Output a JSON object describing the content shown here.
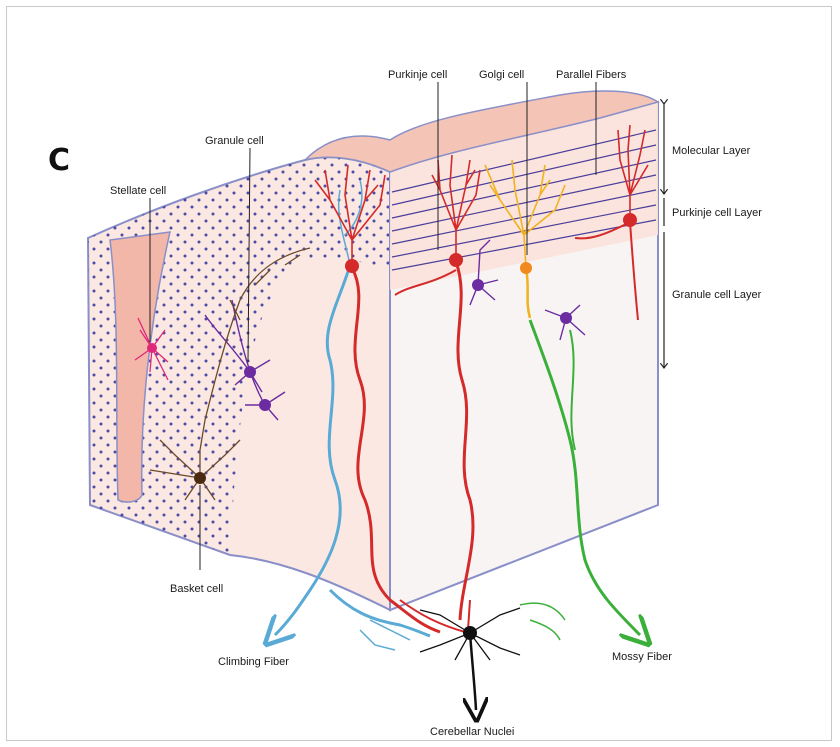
{
  "figure": {
    "panel_letter": "C",
    "labels": {
      "purkinje_cell": "Purkinje cell",
      "golgi_cell": "Golgi cell",
      "parallel_fibers": "Parallel Fibers",
      "granule_cell": "Granule cell",
      "stellate_cell": "Stellate cell",
      "basket_cell": "Basket cell",
      "climbing_fiber": "Climbing Fiber",
      "mossy_fiber": "Mossy Fiber",
      "cerebellar_nuclei": "Cerebellar Nuclei"
    },
    "layers": {
      "molecular": "Molecular Layer",
      "purkinje": "Purkinje cell Layer",
      "granule": "Granule cell Layer"
    },
    "colors": {
      "purkinje": "#d42a2a",
      "climbing_fiber": "#5aaad6",
      "mossy_fiber": "#3ab03a",
      "golgi": "#f0b21e",
      "granule": "#6a2ca0",
      "stellate": "#e0287a",
      "basket": "#6b4a2a",
      "nuclei": "#111111",
      "tissue": "#f9d6cc",
      "outline": "#8a8fc8"
    }
  }
}
